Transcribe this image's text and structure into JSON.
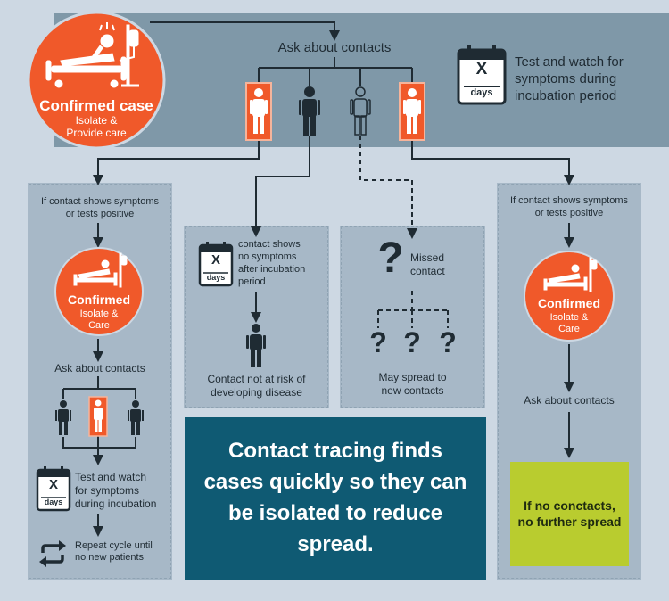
{
  "top": {
    "case_title": "Confirmed case",
    "case_sub1": "Isolate &",
    "case_sub2": "Provide care",
    "ask_contacts": "Ask about contacts",
    "test_watch": [
      "Test and watch for",
      "symptoms during",
      "incubation period"
    ],
    "calendar_x": "X",
    "calendar_days": "days"
  },
  "left": {
    "condition": [
      "If contact shows symptoms",
      "or tests positive"
    ],
    "confirmed_title": "Confirmed",
    "confirmed_sub1": "Isolate &",
    "confirmed_sub2": "Care",
    "ask_contacts": "Ask about contacts",
    "test_watch": [
      "Test and watch",
      "for symptoms",
      "during incubation"
    ],
    "repeat": [
      "Repeat cycle until",
      "no new patients"
    ]
  },
  "middle1": {
    "no_symptoms": [
      "contact shows",
      "no symptoms",
      "after incubation",
      "period"
    ],
    "not_at_risk": [
      "Contact not at risk of",
      "developing disease"
    ]
  },
  "middle2": {
    "missed": [
      "Missed",
      "contact"
    ],
    "qmark": "?",
    "may_spread": [
      "May spread to",
      "new contacts"
    ]
  },
  "right": {
    "condition": [
      "If contact shows symptoms",
      "or tests positive"
    ],
    "confirmed_title": "Confirmed",
    "confirmed_sub1": "Isolate &",
    "confirmed_sub2": "Care",
    "ask_contacts": "Ask about contacts",
    "no_spread": [
      "If no conctacts,",
      "no further spread"
    ]
  },
  "message": "Contact tracing finds cases quickly so they can be isolated to reduce spread.",
  "colors": {
    "background": "#cdd8e3",
    "banner": "#7f98a8",
    "panel": "#a7b8c7",
    "orange": "#f0592a",
    "message_box": "#0f5a73",
    "lime": "#b9cc2f"
  }
}
